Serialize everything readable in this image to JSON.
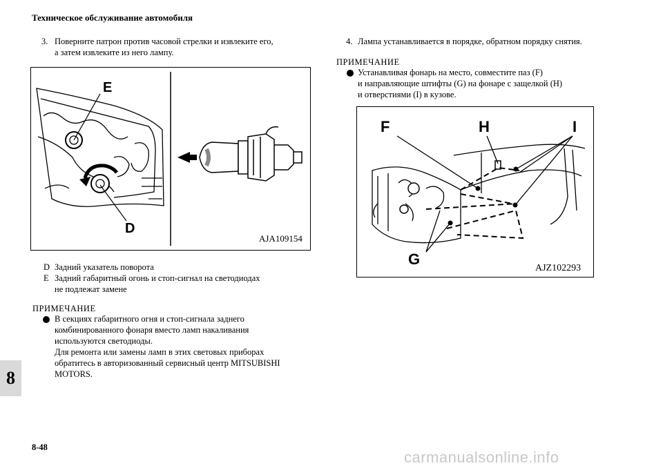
{
  "header": {
    "title": "Техническое обслуживание автомобиля"
  },
  "left": {
    "step3": {
      "num": "3.",
      "line1": "Поверните патрон против часовой стрелки и извлеките его,",
      "line2": "а затем извлеките из него лампу."
    },
    "figure": {
      "code": "AJA109154",
      "callout_e": "E",
      "callout_d": "D"
    },
    "legend": [
      {
        "key": "D",
        "line1": "Задний указатель поворота",
        "line2": ""
      },
      {
        "key": "E",
        "line1": "Задний габаритный огонь и стоп-сигнал на светодиодах",
        "line2": "не подлежат замене"
      }
    ],
    "note": {
      "title": "ПРИМЕЧАНИЕ",
      "lines": [
        "В секциях габаритного огня и стоп-сигнала заднего",
        "комбинированного фонаря вместо ламп накаливания",
        "используются светодиоды.",
        "Для ремонта или замены ламп в этих световых приборах",
        "обратитесь в авторизованный сервисный центр MITSUBISHI",
        "MOTORS."
      ]
    }
  },
  "right": {
    "step4": {
      "num": "4.",
      "text": "Лампа устанавливается в порядке, обратном порядку снятия."
    },
    "note": {
      "title": "ПРИМЕЧАНИЕ",
      "lines": [
        "Устанавливая фонарь на место, совместите паз (F)",
        "и направляющие штифты (G) на фонаре с защелкой (H)",
        "и отверстиями (I) в кузове."
      ]
    },
    "figure": {
      "code": "AJZ102293",
      "callout_f": "F",
      "callout_h": "H",
      "callout_i": "I",
      "callout_g": "G"
    }
  },
  "side_tab": "8",
  "page_number": "8-48",
  "watermark": "carmanualsonline.info"
}
